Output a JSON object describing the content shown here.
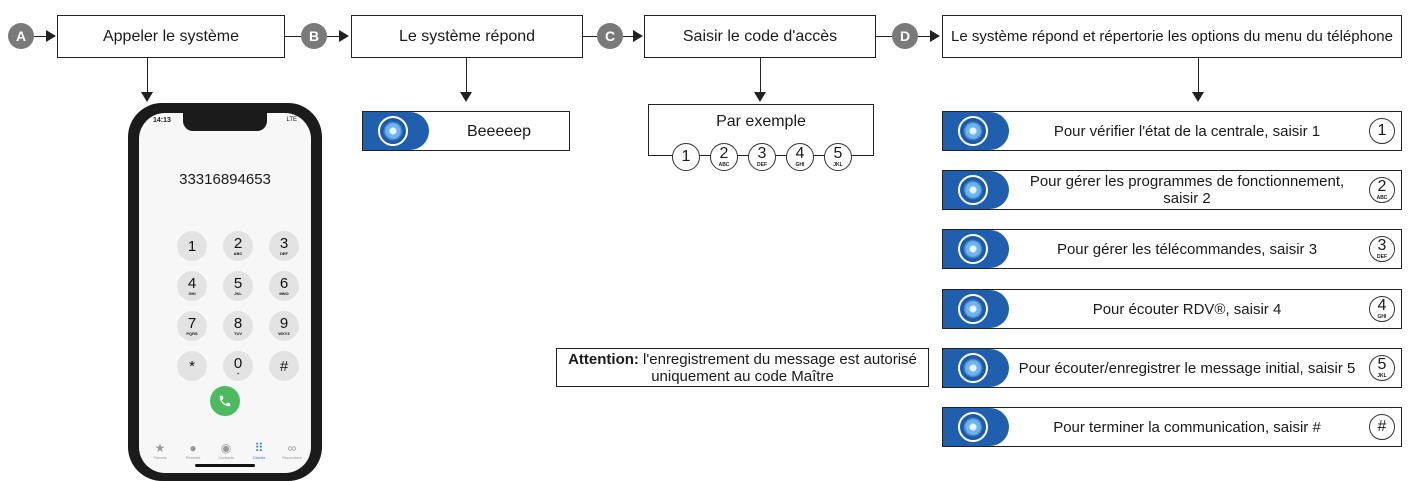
{
  "steps": {
    "a": {
      "badge": "A",
      "label": "Appeler le système"
    },
    "b": {
      "badge": "B",
      "label": "Le système répond"
    },
    "c": {
      "badge": "C",
      "label": "Saisir le code d'accès"
    },
    "d": {
      "badge": "D",
      "label": "Le système répond et répertorie les options du menu du téléphone"
    }
  },
  "beep": {
    "label": "Beeeeep"
  },
  "example": {
    "title": "Par exemple",
    "keys": [
      {
        "digit": "1",
        "letters": ""
      },
      {
        "digit": "2",
        "letters": "ABC"
      },
      {
        "digit": "3",
        "letters": "DEF"
      },
      {
        "digit": "4",
        "letters": "GHI"
      },
      {
        "digit": "5",
        "letters": "JKL"
      }
    ]
  },
  "options": [
    {
      "text": "Pour vérifier l'état de la centrale, saisir 1",
      "digit": "1",
      "letters": ""
    },
    {
      "text": "Pour gérer les programmes de fonctionnement, saisir 2",
      "digit": "2",
      "letters": "ABC"
    },
    {
      "text": "Pour gérer les télécommandes, saisir 3",
      "digit": "3",
      "letters": "DEF"
    },
    {
      "text": "Pour écouter RDV®, saisir 4",
      "digit": "4",
      "letters": "GHI"
    },
    {
      "text": "Pour écouter/enregistrer le message initial, saisir 5",
      "digit": "5",
      "letters": "JKL"
    },
    {
      "text": "Pour terminer la communication, saisir #",
      "digit": "#",
      "letters": ""
    }
  ],
  "attention": {
    "bold": "Attention:",
    "text": " l'enregistrement du message est autorisé uniquement au code Maître"
  },
  "phone": {
    "time": "14:13",
    "status": "LTE",
    "number": "33316894653",
    "keys": [
      {
        "digit": "1",
        "letters": ""
      },
      {
        "digit": "2",
        "letters": "ABC"
      },
      {
        "digit": "3",
        "letters": "DEF"
      },
      {
        "digit": "4",
        "letters": "GHI"
      },
      {
        "digit": "5",
        "letters": "JKL"
      },
      {
        "digit": "6",
        "letters": "MNO"
      },
      {
        "digit": "7",
        "letters": "PQRS"
      },
      {
        "digit": "8",
        "letters": "TUV"
      },
      {
        "digit": "9",
        "letters": "WXYZ"
      },
      {
        "digit": "*",
        "letters": ""
      },
      {
        "digit": "0",
        "letters": "+"
      },
      {
        "digit": "#",
        "letters": ""
      }
    ],
    "tabs": [
      {
        "icon": "★",
        "label": "Favoris"
      },
      {
        "icon": "●",
        "label": "Récents"
      },
      {
        "icon": "◉",
        "label": "Contacts"
      },
      {
        "icon": "⠿",
        "label": "Clavier"
      },
      {
        "icon": "∞",
        "label": "Répondeur"
      }
    ]
  },
  "colors": {
    "badge": "#7a7a7a",
    "blue": "#1f5fae",
    "call": "#4cbb5f"
  }
}
